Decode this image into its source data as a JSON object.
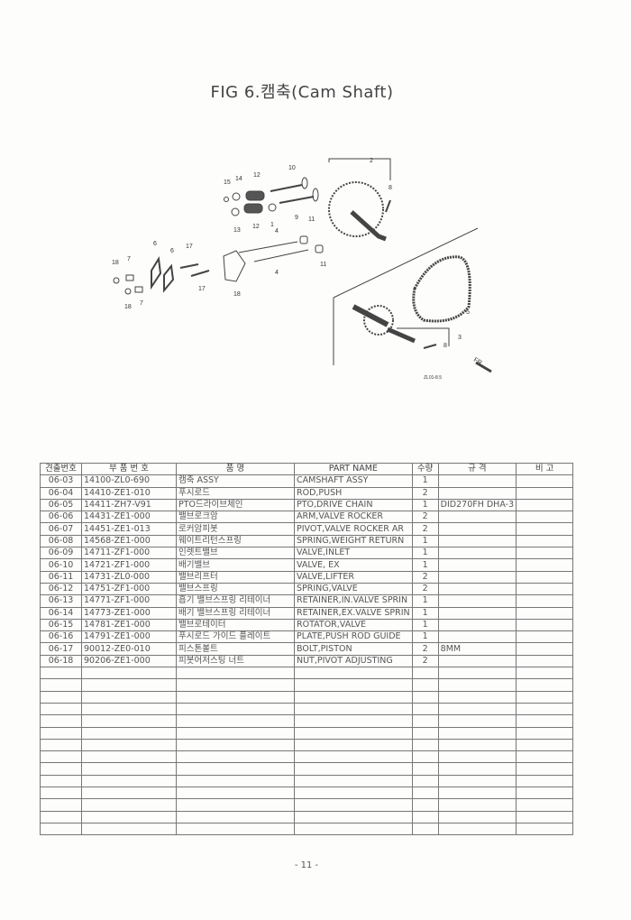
{
  "title": "FIG 6.캠축(Cam Shaft)",
  "diagram": {
    "callouts": [
      "2",
      "8",
      "10",
      "12",
      "14",
      "15",
      "1",
      "9",
      "12",
      "13",
      "11",
      "4",
      "11",
      "4",
      "6",
      "6",
      "17",
      "17",
      "18",
      "18",
      "7",
      "18",
      "7",
      "5",
      "3",
      "8"
    ],
    "fr_label": "FR.",
    "code": "ZL01-8.5"
  },
  "table": {
    "headers": [
      "견출번호",
      "부 품 번 호",
      "품      명",
      "PART NAME",
      "수량",
      "규  격",
      "비    고"
    ],
    "rows": [
      [
        "06-03",
        "14100-ZL0-690",
        "캠축 ASSY",
        "CAMSHAFT ASSY",
        "1",
        "",
        ""
      ],
      [
        "06-04",
        "14410-ZE1-010",
        "푸시로드",
        "ROD,PUSH",
        "2",
        "",
        ""
      ],
      [
        "06-05",
        "14411-ZH7-V91",
        "PTO드라이브체인",
        "PTO,DRIVE CHAIN",
        "1",
        "DID270FH DHA-3",
        ""
      ],
      [
        "06-06",
        "14431-ZE1-000",
        "밸브로크암",
        "ARM,VALVE ROCKER",
        "2",
        "",
        ""
      ],
      [
        "06-07",
        "14451-ZE1-013",
        "로커암피봇",
        "PIVOT,VALVE ROCKER AR",
        "2",
        "",
        ""
      ],
      [
        "06-08",
        "14568-ZE1-000",
        "웨이트리턴스프링",
        "SPRING,WEIGHT RETURN",
        "1",
        "",
        ""
      ],
      [
        "06-09",
        "14711-ZF1-000",
        "인렛트밸브",
        "VALVE,INLET",
        "1",
        "",
        ""
      ],
      [
        "06-10",
        "14721-ZF1-000",
        "배기밸브",
        "VALVE, EX",
        "1",
        "",
        ""
      ],
      [
        "06-11",
        "14731-ZL0-000",
        "밸브리프터",
        "VALVE,LIFTER",
        "2",
        "",
        ""
      ],
      [
        "06-12",
        "14751-ZF1-000",
        "밸브스프링",
        "SPRING,VALVE",
        "2",
        "",
        ""
      ],
      [
        "06-13",
        "14771-ZF1-000",
        "흡기 밸브스프링 리테이너",
        "RETAINER,IN.VALVE SPRIN",
        "1",
        "",
        ""
      ],
      [
        "06-14",
        "14773-ZE1-000",
        "배기 밸브스프링 리테이너",
        "RETAINER,EX.VALVE SPRIN",
        "1",
        "",
        ""
      ],
      [
        "06-15",
        "14781-ZE1-000",
        "밸브로테이터",
        "ROTATOR,VALVE",
        "1",
        "",
        ""
      ],
      [
        "06-16",
        "14791-ZE1-000",
        "푸시로드 가이드 플레이트",
        "PLATE,PUSH ROD GUIDE",
        "1",
        "",
        ""
      ],
      [
        "06-17",
        "90012-ZE0-010",
        "피스톤볼트",
        "BOLT,PISTON",
        "2",
        "8MM",
        ""
      ],
      [
        "06-18",
        "90206-ZE1-000",
        "피봇어저스팅 너트",
        "NUT,PIVOT ADJUSTING",
        "2",
        "",
        ""
      ]
    ],
    "empty_rows": 14
  },
  "page_number": "- 11 -"
}
